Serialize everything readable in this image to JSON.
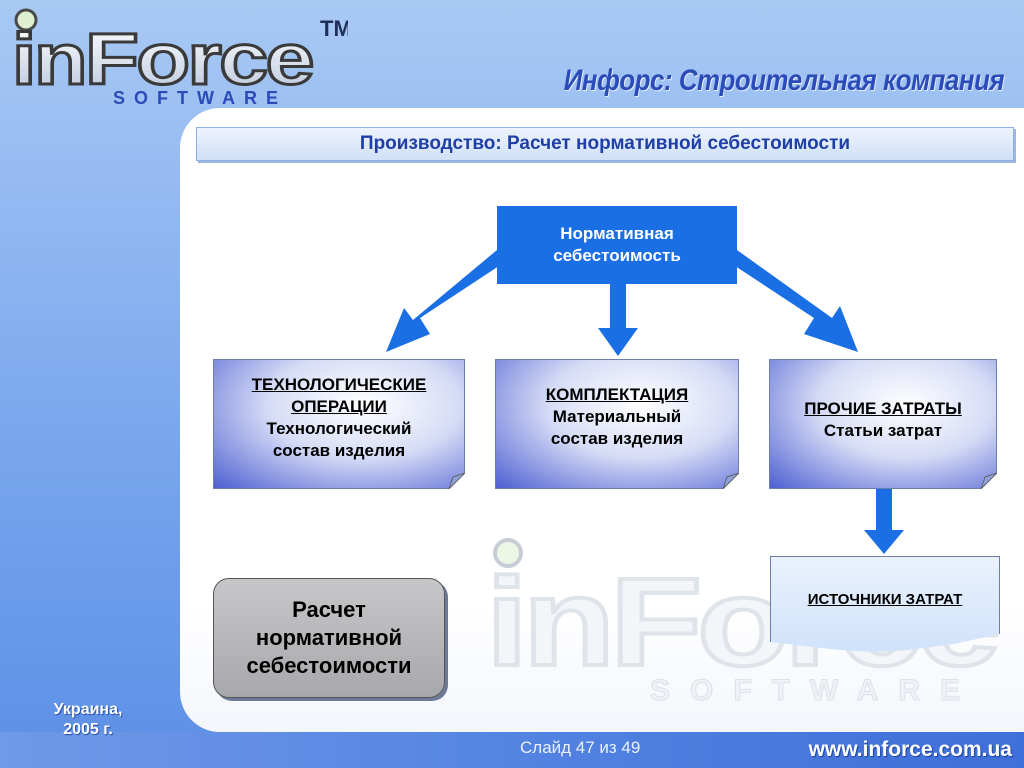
{
  "logo": {
    "word": "inForce",
    "sub": "SOFTWARE",
    "tm": "TM"
  },
  "header": {
    "company_title": "Инфорс: Строительная компания"
  },
  "slide": {
    "title": "Производство: Расчет нормативной себестоимости"
  },
  "diagram": {
    "top": {
      "line1": "Нормативная",
      "line2": "себестоимость"
    },
    "card1": {
      "h1": "ТЕХНОЛОГИЧЕСКИЕ",
      "h2": "ОПЕРАЦИИ",
      "t1": "Технологический",
      "t2": "состав изделия"
    },
    "card2": {
      "h": "КОМПЛЕКТАЦИЯ",
      "t1": "Материальный",
      "t2": "состав изделия"
    },
    "card3": {
      "h": "ПРОЧИЕ ЗАТРАТЫ",
      "t1": "Статьи затрат"
    },
    "card4": {
      "h": "ИСТОЧНИКИ ЗАТРАТ"
    },
    "calc": {
      "line1": "Расчет",
      "line2": "нормативной",
      "line3": "себестоимости"
    }
  },
  "footer": {
    "region_line1": "Украина,",
    "region_line2": "2005 г.",
    "slide_num": "Слайд 47 из 49",
    "url": "www.inforce.com.ua"
  },
  "colors": {
    "accent_blue": "#1a6fe4",
    "title_blue": "#2b4bb8"
  }
}
